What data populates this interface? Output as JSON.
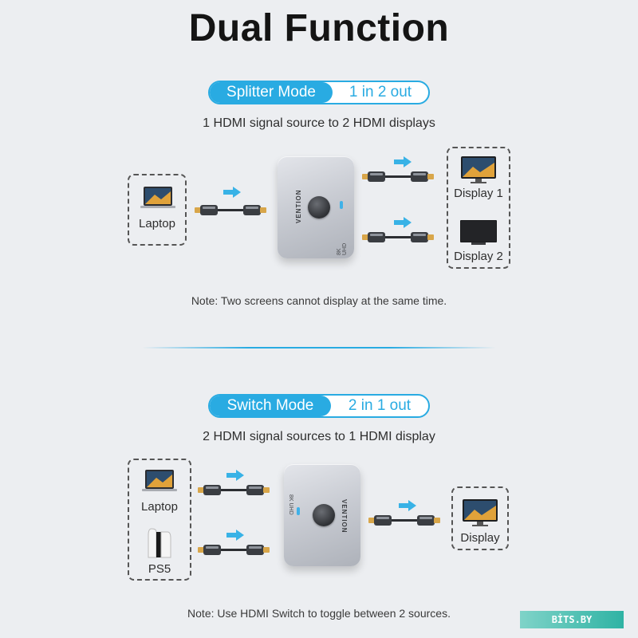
{
  "title": "Dual Function",
  "splitter": {
    "mode_label": "Splitter Mode",
    "mode_value": "1 in 2 out",
    "subtitle": "1 HDMI signal source to 2 HDMI displays",
    "source_label": "Laptop",
    "display1_label": "Display 1",
    "display2_label": "Display 2",
    "device_brand": "VENTION",
    "device_spec": "8K UHD",
    "note": "Note: Two screens cannot display at the same time."
  },
  "switch": {
    "mode_label": "Switch Mode",
    "mode_value": "2 in 1 out",
    "subtitle": "2 HDMI signal sources to 1 HDMI display",
    "source1_label": "Laptop",
    "source2_label": "PS5",
    "display_label": "Display",
    "device_brand": "VENTION",
    "device_spec": "8K UHD",
    "note": "Note: Use HDMI Switch to toggle between 2 sources."
  },
  "watermark": "BİTS.BY",
  "colors": {
    "accent": "#29abe2",
    "background": "#eceef1"
  },
  "icons": [
    "laptop-icon",
    "monitor-icon",
    "tv-icon",
    "ps5-icon",
    "hdmi-cable-icon",
    "arrow-right-icon"
  ]
}
